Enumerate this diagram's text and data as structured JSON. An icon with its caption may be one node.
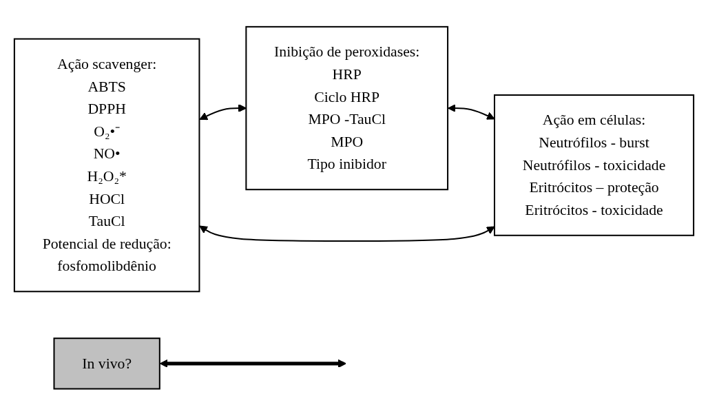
{
  "diagram": {
    "nodes": [
      {
        "text": [
          "Ação scavenger:",
          "ABTS",
          "DPPH",
          "O₂•⁻",
          "NO•",
          "H₂O₂*",
          "HOCl",
          "TauCl",
          "Potencial de redução:",
          "fosfomolibdênio"
        ]
      },
      {
        "text": [
          "Inibição de peroxidases:",
          "HRP",
          "Ciclo HRP",
          "MPO -TauCl",
          "MPO",
          "Tipo inibidor"
        ]
      },
      {
        "text": [
          "Ação em células:",
          "Neutrófilos - burst",
          "Neutrófilos - toxicidade",
          "Eritrócitos – proteção",
          "Eritrócitos - toxicidade"
        ]
      },
      {
        "text": [
          "In vivo?"
        ]
      }
    ],
    "edges": [
      {
        "from": 0,
        "to": 1,
        "arrow": "both"
      },
      {
        "from": 0,
        "to": 2,
        "arrow": "both"
      },
      {
        "from": 1,
        "to": 2,
        "arrow": "both"
      },
      {
        "from": 3,
        "to": null,
        "arrow": "both",
        "style": "thick"
      }
    ]
  }
}
